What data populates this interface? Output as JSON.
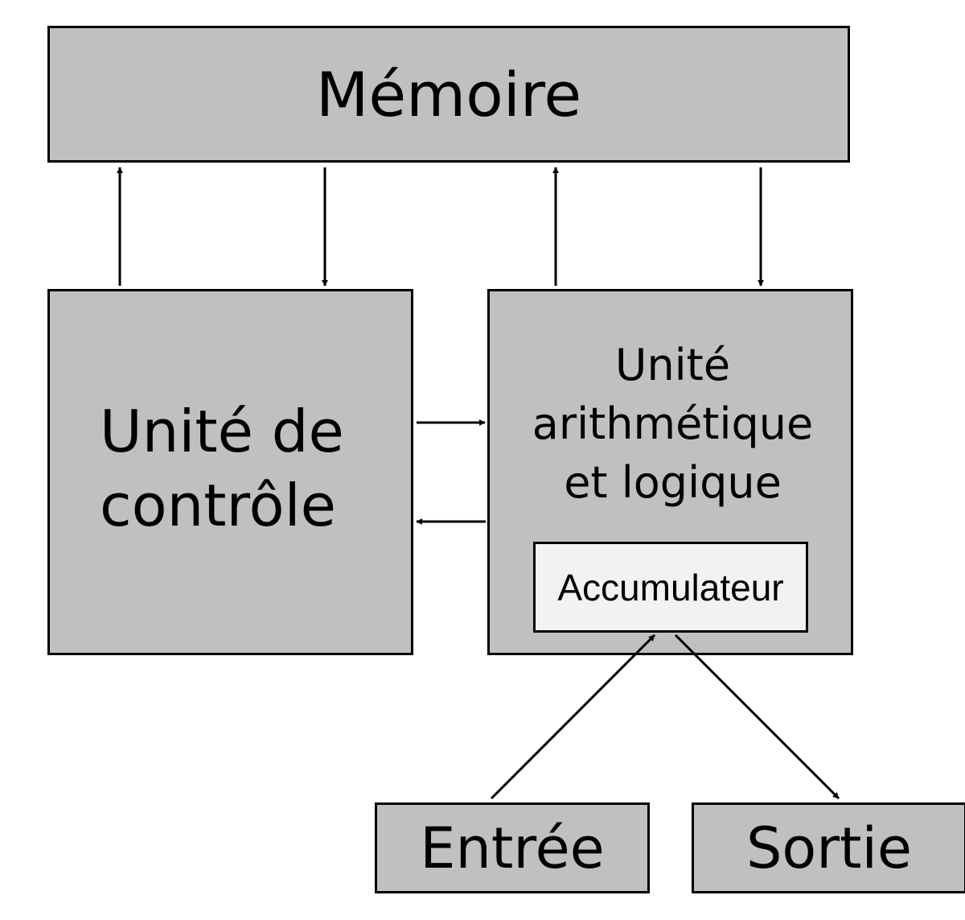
{
  "memory": {
    "label": "Mémoire",
    "fill": "#c0c0c0"
  },
  "control_unit": {
    "line1": "Unité de",
    "line2": "contrôle",
    "fill": "#c0c0c0"
  },
  "alu": {
    "line1": "Unité",
    "line2": "arithmétique",
    "line3": "et logique",
    "fill": "#c0c0c0"
  },
  "accumulator": {
    "label": "Accumulateur",
    "fill": "#f2f2f2"
  },
  "input": {
    "label": "Entrée",
    "fill": "#c0c0c0"
  },
  "output": {
    "label": "Sortie",
    "fill": "#c0c0c0"
  },
  "arrow_color": "#000000"
}
